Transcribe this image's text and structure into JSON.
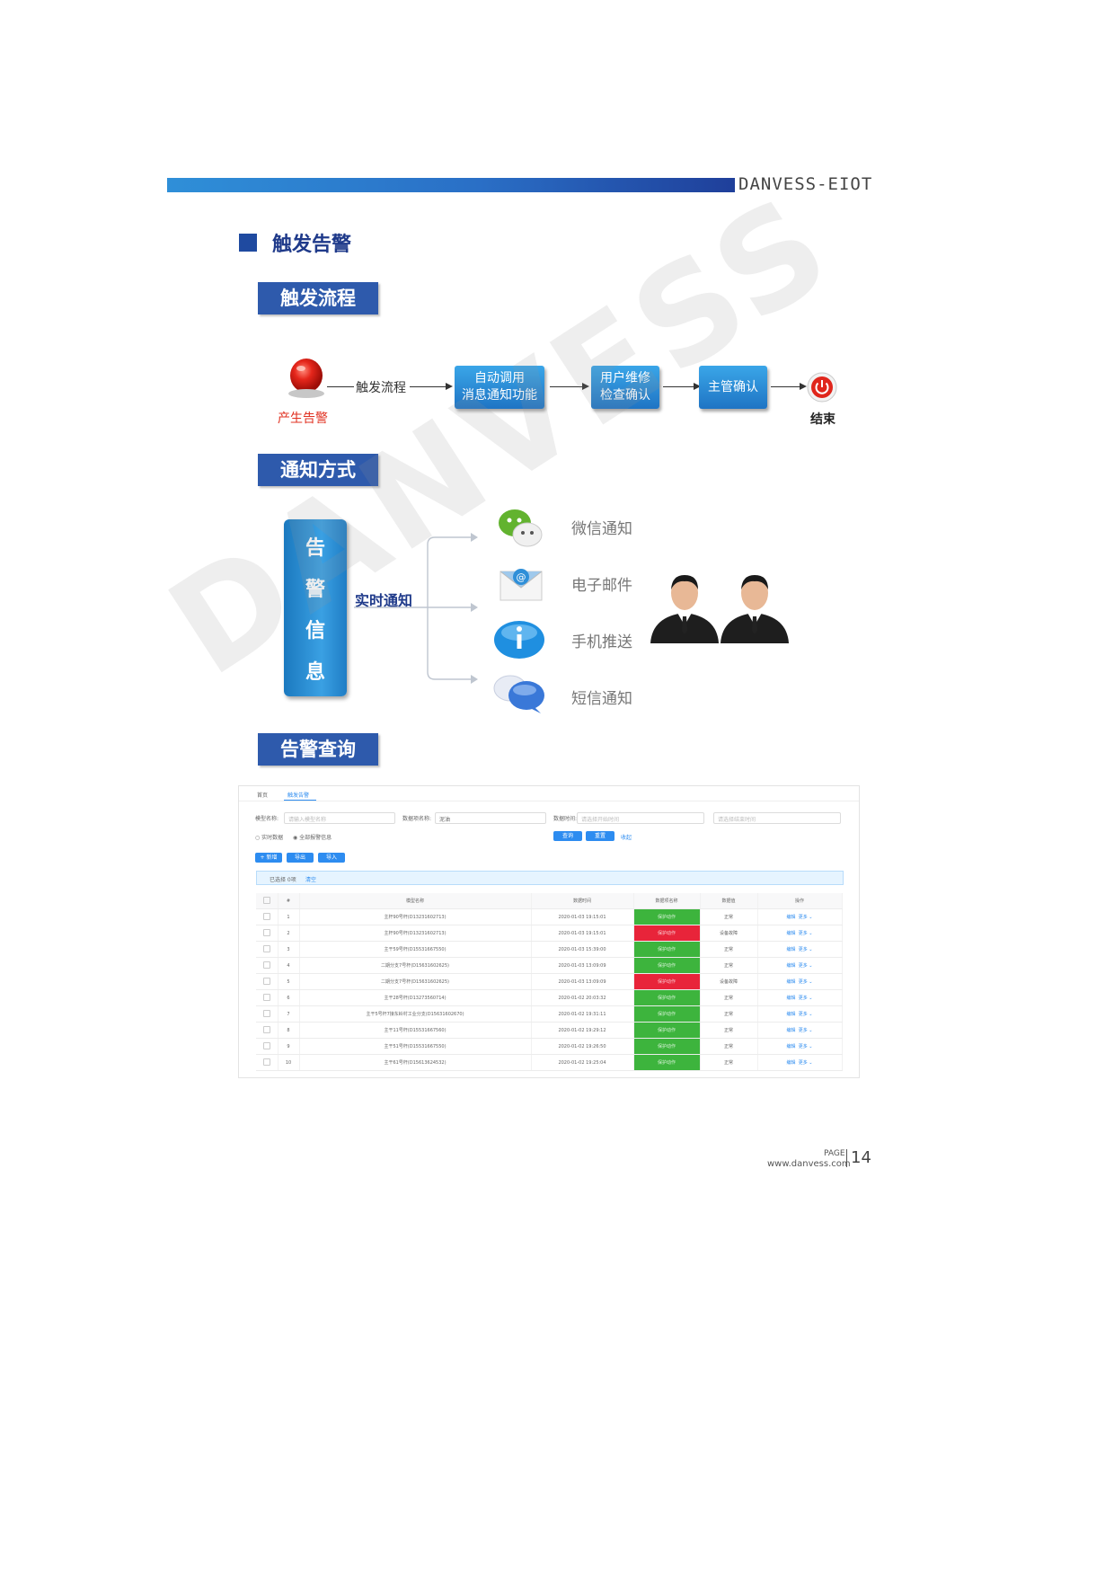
{
  "header": {
    "brand": "DANVESS-EIOT"
  },
  "section_title": "触发告警",
  "labels": {
    "flow": "触发流程",
    "notify": "通知方式",
    "query": "告警查询"
  },
  "flow": {
    "start_label": "产生告警",
    "arrow_label": "触发流程",
    "step1_line1": "自动调用",
    "step1_line2": "消息通知功能",
    "step2_line1": "用户维修",
    "step2_line2": "检查确认",
    "step3": "主管确认",
    "end_label": "结束"
  },
  "notify": {
    "box_chars": [
      "告",
      "警",
      "信",
      "息"
    ],
    "realtime": "实时通知",
    "channels": [
      "微信通知",
      "电子邮件",
      "手机推送",
      "短信通知"
    ]
  },
  "table_shot": {
    "tabs": [
      "首页",
      "触发告警"
    ],
    "filters": {
      "model_label": "模型名称:",
      "model_placeholder": "请输入模型名称",
      "data_label": "数据项名称:",
      "data_value": "泥油",
      "time_label": "数据时间:",
      "start_placeholder": "请选择开始时间",
      "end_placeholder": "请选择结束时间",
      "radio_a": "实时数据",
      "radio_b": "全部报警信息",
      "search": "查询",
      "reset": "重置",
      "collapse": "收起"
    },
    "actions": [
      "+ 新增",
      "导出",
      "导入"
    ],
    "selected_text": "已选择 0项",
    "clear_text": "清空",
    "columns": [
      "#",
      "模型名称",
      "数据时间",
      "数据项名称",
      "数据值",
      "操作"
    ],
    "rows": [
      {
        "no": "1",
        "model": "主杆90号杆(D13231602713)",
        "time": "2020-01-03 19:15:01",
        "status": "ok",
        "item": "保护动作",
        "value": "正常"
      },
      {
        "no": "2",
        "model": "主杆90号杆(D13231602713)",
        "time": "2020-01-03 19:15:01",
        "status": "bad",
        "item": "保护动作",
        "value": "设备故障"
      },
      {
        "no": "3",
        "model": "主干59号杆(D15531667550)",
        "time": "2020-01-03 15:39:00",
        "status": "ok",
        "item": "保护动作",
        "value": "正常"
      },
      {
        "no": "4",
        "model": "二期分支7号杆(D15631602625)",
        "time": "2020-01-03 13:09:09",
        "status": "ok",
        "item": "保护动作",
        "value": "正常"
      },
      {
        "no": "5",
        "model": "二期分支7号杆(D15631602625)",
        "time": "2020-01-03 13:09:09",
        "status": "bad",
        "item": "保护动作",
        "value": "设备故障"
      },
      {
        "no": "6",
        "model": "主干28号杆(D13273560714)",
        "time": "2020-01-02 20:03:32",
        "status": "ok",
        "item": "保护动作",
        "value": "正常"
      },
      {
        "no": "7",
        "model": "主干5号杆7接东岭村工业分支(D15631602670)",
        "time": "2020-01-02 19:31:11",
        "status": "ok",
        "item": "保护动作",
        "value": "正常"
      },
      {
        "no": "8",
        "model": "主干11号杆(D15531667560)",
        "time": "2020-01-02 19:29:12",
        "status": "ok",
        "item": "保护动作",
        "value": "正常"
      },
      {
        "no": "9",
        "model": "主干51号杆(D15531667550)",
        "time": "2020-01-02 19:26:50",
        "status": "ok",
        "item": "保护动作",
        "value": "正常"
      },
      {
        "no": "10",
        "model": "主干61号杆(D15613624532)",
        "time": "2020-01-02 19:25:04",
        "status": "ok",
        "item": "保护动作",
        "value": "正常"
      }
    ],
    "op_edit": "编辑",
    "op_more": "更多 ⌄"
  },
  "footer": {
    "url": "www.danvess.com",
    "page_label": "PAGE",
    "page_number": "14"
  },
  "watermark": "DANVESS",
  "colors": {
    "header_blue": "#1f4aa0",
    "label_blue": "#2e5aac",
    "status_ok": "#3db43d",
    "status_bad": "#e8243a"
  }
}
